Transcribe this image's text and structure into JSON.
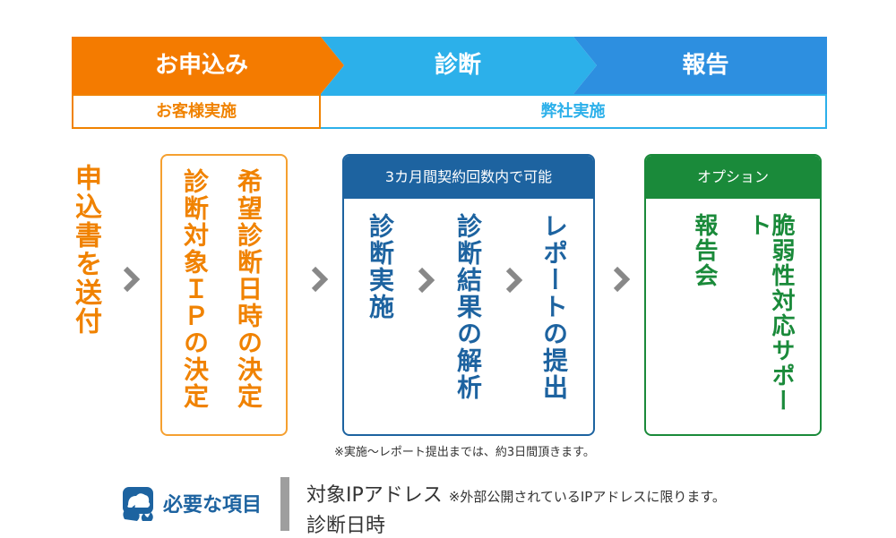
{
  "phases": [
    {
      "label": "お申込み",
      "color": "#f47b00"
    },
    {
      "label": "診断",
      "color": "#2cb0ea"
    },
    {
      "label": "報告",
      "color": "#2d8fe0"
    }
  ],
  "responsibility": {
    "customer": "お客様実施",
    "company": "弊社実施",
    "customer_color": "#f08200",
    "company_color": "#2cb0ea"
  },
  "steps": {
    "step1": "申込書を送付",
    "step2_col1": "希望診断日時の決定",
    "step2_col2": "診断対象ＩＰの決定",
    "diagnosis_header": "3カ月間契約回数内で可能",
    "diag_step1": "診断実施",
    "diag_step2": "診断結果の解析",
    "diag_step3": "レポートの提出",
    "option_header": "オプション",
    "option_col1": "脆弱性対応サポート",
    "option_col2": "報告会"
  },
  "note": "※実施〜レポート提出までは、約3日間頂きます。",
  "requirements": {
    "title": "必要な項目",
    "item1": "対象IPアドレス",
    "item1_note": "※外部公開されているIPアドレスに限ります。",
    "item2": "診断日時"
  },
  "icons": {
    "chevron": "chevron-right-icon",
    "requirements": "cloud-fire-icon"
  }
}
